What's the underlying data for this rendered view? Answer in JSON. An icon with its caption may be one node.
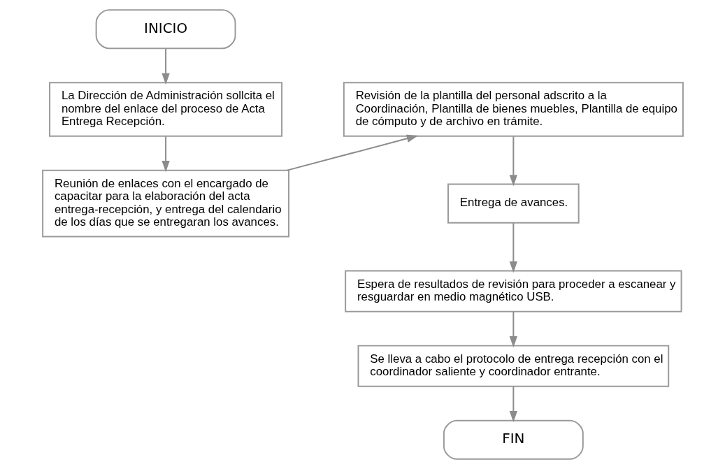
{
  "diagram": {
    "nodes": [
      {
        "text": [
          "INICIO"
        ]
      },
      {
        "text": [
          "La Dirección de Administración sollcita el nombre del enlace del proceso de Acta Entrega Recepción."
        ]
      },
      {
        "text": [
          "Reunión de enlaces con el encargado de capacitar para la elaboración del acta entrega-recepción, y entrega del calendario de los días que se entregaran los avances."
        ]
      },
      {
        "text": [
          "Revisión de la plantilla del personal adscrito a la Coordinación, Plantilla de bienes muebles, Plantilla de equipo de cómputo y de archivo en trámite."
        ]
      },
      {
        "text": [
          "Entrega de avances."
        ]
      },
      {
        "text": [
          "Espera de resultados de revisión para proceder a escanear y resguardar en medio magnético USB."
        ]
      },
      {
        "text": [
          "Se lleva a cabo el protocolo de entrega recepción con el coordinador saliente y coordinador entrante."
        ]
      },
      {
        "text": [
          "FIN"
        ]
      }
    ],
    "edges": [
      {
        "from": 0,
        "to": 1,
        "arrow": "to"
      },
      {
        "from": 1,
        "to": 2,
        "arrow": "to"
      },
      {
        "from": 2,
        "to": 3,
        "arrow": "to"
      },
      {
        "from": 3,
        "to": 4,
        "arrow": "to"
      },
      {
        "from": 4,
        "to": 5,
        "arrow": "to"
      },
      {
        "from": 5,
        "to": 6,
        "arrow": "to"
      },
      {
        "from": 6,
        "to": 7,
        "arrow": "to"
      }
    ]
  }
}
